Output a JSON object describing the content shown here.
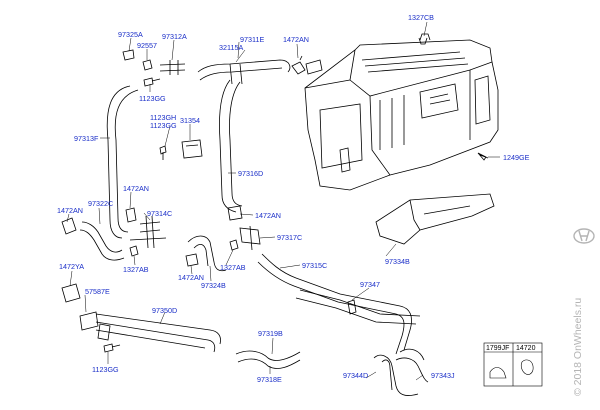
{
  "labels": {
    "l_1327CB": "1327CB",
    "l_97325A": "97325A",
    "l_92557": "92557",
    "l_97312A": "97312A",
    "l_97311E": "97311E",
    "l_32115A": "32115A",
    "l_1472AN_top": "1472AN",
    "l_1123GG_a": "1123GG",
    "l_1123GH": "1123GH",
    "l_1123GG_b": "1123GG",
    "l_31354": "31354",
    "l_97313F": "97313F",
    "l_1249GE": "1249GE",
    "l_97316D": "97316D",
    "l_1472AN_left": "1472AN",
    "l_97322C": "97322C",
    "l_1472AN_mid": "1472AN",
    "l_97314C": "97314C",
    "l_1472AN_right": "1472AN",
    "l_97317C": "97317C",
    "l_1327AB_a": "1327AB",
    "l_1327AB_b": "1327AB",
    "l_97334B": "97334B",
    "l_1472YA": "1472YA",
    "l_97315C": "97315C",
    "l_1472AN_low": "1472AN",
    "l_97324B": "97324B",
    "l_57587E": "57587E",
    "l_97347": "97347",
    "l_97350D": "97350D",
    "l_97319B": "97319B",
    "l_1123GG_c": "1123GG",
    "l_97318E": "97318E",
    "l_97344D": "97344D",
    "l_97343J": "97343J"
  },
  "legend_box": {
    "col1": "1799JF",
    "col2": "14720"
  },
  "watermark": "© 2018 OnWheels.ru",
  "colors": {
    "label": "#1a2ec8",
    "line": "#000000",
    "watermark": "#b4b4b4"
  }
}
